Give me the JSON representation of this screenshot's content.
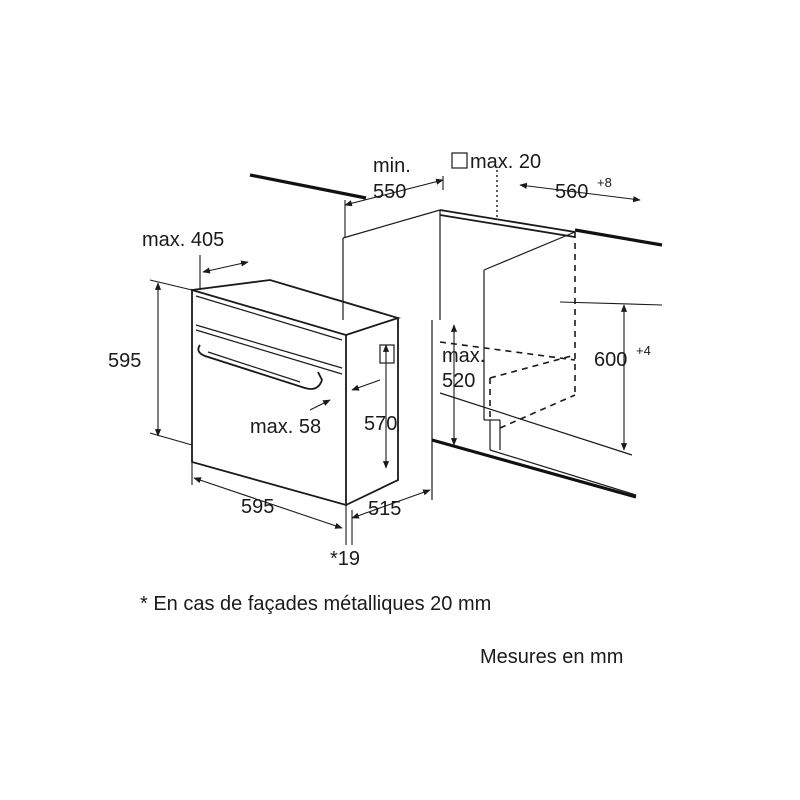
{
  "diagram": {
    "labels": {
      "min_550_line1": "min.",
      "min_550_line2": "550",
      "max_20": "max. 20",
      "w_560": "560",
      "w_560_tol": "+8",
      "max_405": "max. 405",
      "h_595": "595",
      "max_520_line1": "max.",
      "max_520_line2": "520",
      "h_600": "600",
      "h_600_tol": "+4",
      "h_570": "570",
      "max_58": "max. 58",
      "w_595": "595",
      "d_515": "515",
      "star_19": "*19"
    },
    "footnote": "* En cas de façades métalliques 20 mm",
    "units_note": "Mesures en mm"
  }
}
